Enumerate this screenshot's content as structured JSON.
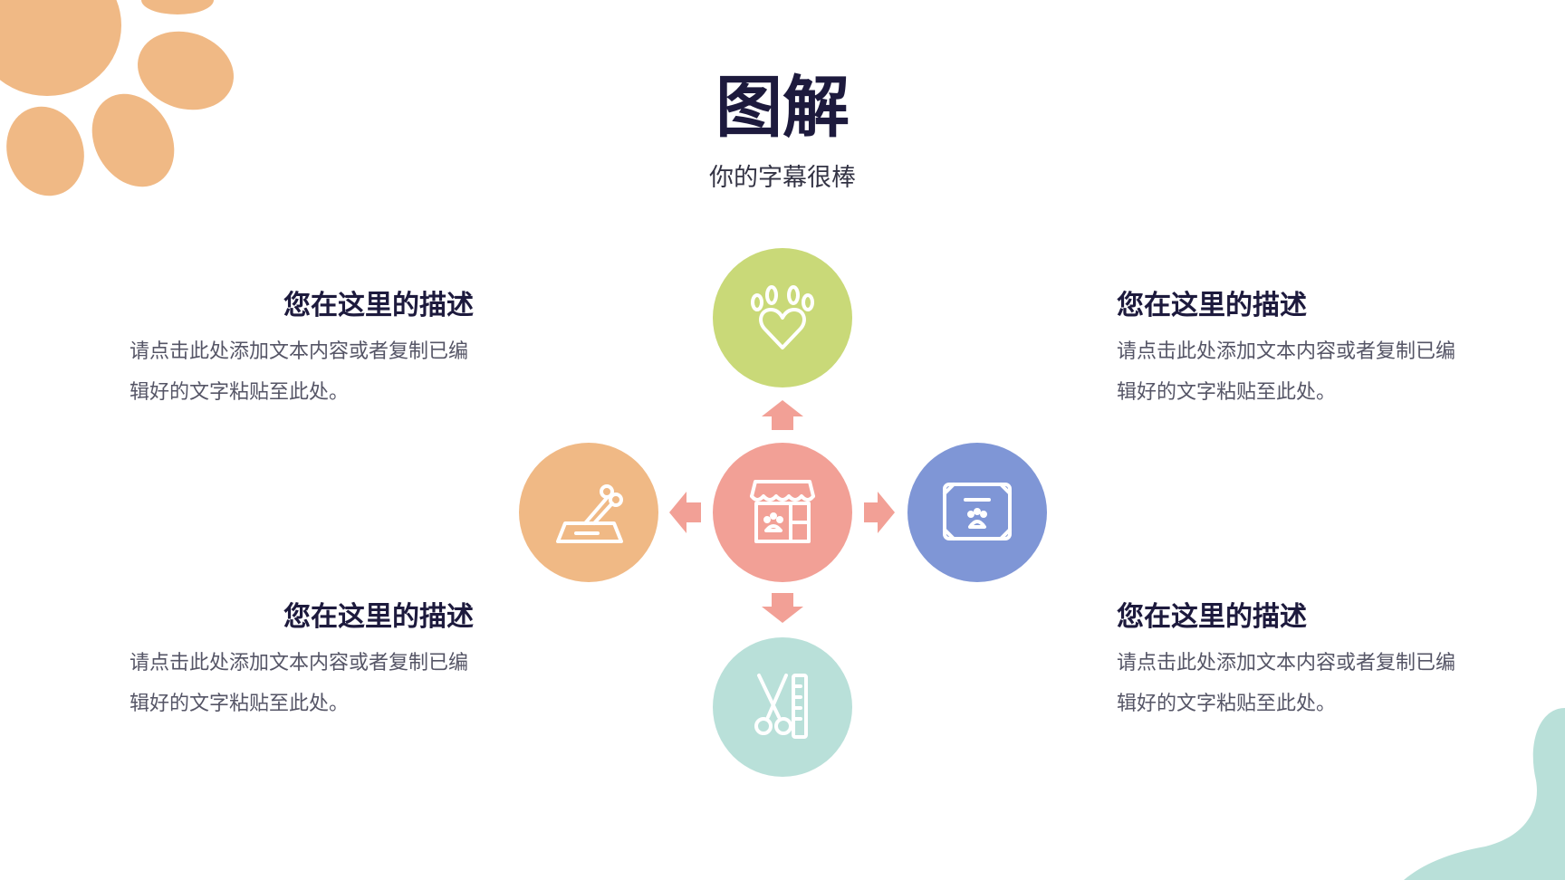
{
  "header": {
    "title": "图解",
    "subtitle": "你的字幕很棒"
  },
  "blocks": [
    {
      "heading": "您在这里的描述",
      "body": "请点击此处添加文本内容或者复制已编辑好的文字粘贴至此处。"
    },
    {
      "heading": "您在这里的描述",
      "body": "请点击此处添加文本内容或者复制已编辑好的文字粘贴至此处。"
    },
    {
      "heading": "您在这里的描述",
      "body": "请点击此处添加文本内容或者复制已编辑好的文字粘贴至此处。"
    },
    {
      "heading": "您在这里的描述",
      "body": "请点击此处添加文本内容或者复制已编辑好的文字粘贴至此处。"
    }
  ],
  "diagram": {
    "center": {
      "icon": "pet-shop-icon",
      "color": "#f2a096"
    },
    "top": {
      "icon": "paw-heart-icon",
      "color": "#c9d978"
    },
    "left": {
      "icon": "bone-bowl-icon",
      "color": "#f0b985"
    },
    "right": {
      "icon": "pet-certificate-icon",
      "color": "#7f96d6"
    },
    "bottom": {
      "icon": "scissors-comb-icon",
      "color": "#b9e0d9"
    },
    "arrow_color": "#f2a096"
  },
  "decor": {
    "paw_color": "#f0b985",
    "blob_color": "#b9e0d9"
  }
}
